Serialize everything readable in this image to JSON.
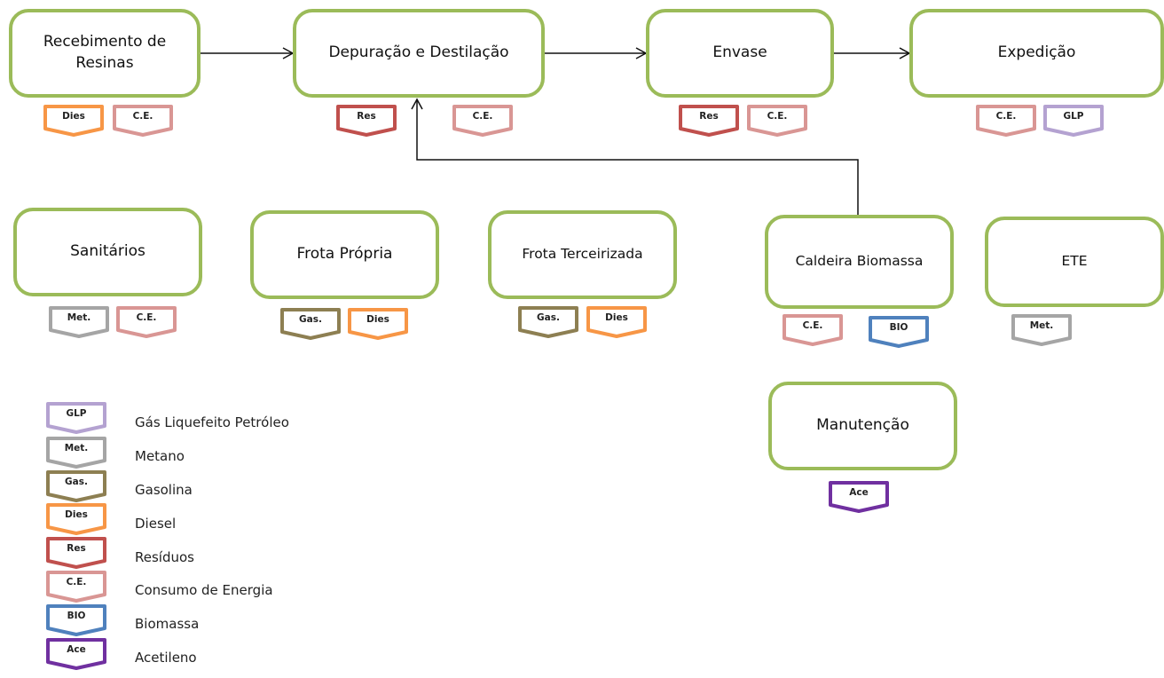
{
  "colors": {
    "box_border": "#9bbb59",
    "GLP": "#b4a2d1",
    "Met": "#a5a5a5",
    "Gas": "#8d7f52",
    "Dies": "#f79646",
    "Res": "#c0504d",
    "CE": "#d99694",
    "BIO": "#4f81bd",
    "Ace": "#7030a0"
  },
  "processes": {
    "recebimento": "Recebimento de Resinas",
    "depuracao": "Depuração e Destilação",
    "envase": "Envase",
    "expedicao": "Expedição",
    "sanitarios": "Sanitários",
    "frota_propria": "Frota Própria",
    "frota_terceirizada": "Frota Terceirizada",
    "caldeira": "Caldeira Biomassa",
    "ete": "ETE",
    "manutencao": "Manutenção"
  },
  "tags": {
    "GLP": "GLP",
    "Met": "Met.",
    "Gas": "Gas.",
    "Dies": "Dies",
    "Res": "Res",
    "CE": "C.E.",
    "BIO": "BIO",
    "Ace": "Ace"
  },
  "legend": [
    {
      "key": "GLP",
      "label": "Gás Liquefeito Petróleo"
    },
    {
      "key": "Met",
      "label": "Metano"
    },
    {
      "key": "Gas",
      "label": "Gasolina"
    },
    {
      "key": "Dies",
      "label": "Diesel"
    },
    {
      "key": "Res",
      "label": "Resíduos"
    },
    {
      "key": "CE",
      "label": "Consumo de Energia"
    },
    {
      "key": "BIO",
      "label": "Biomassa"
    },
    {
      "key": "Ace",
      "label": "Acetileno"
    }
  ]
}
